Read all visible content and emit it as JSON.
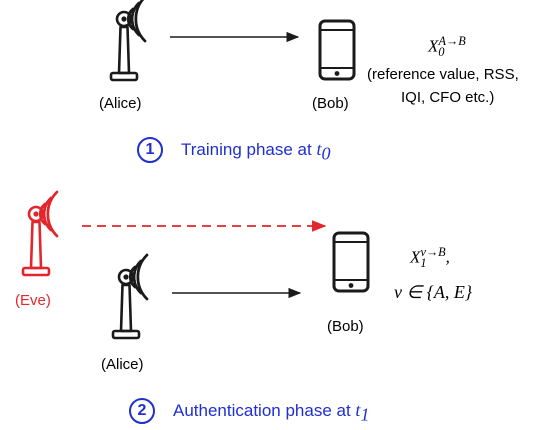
{
  "colors": {
    "tower_black": "#1a1a1a",
    "tower_red": "#e3262b",
    "accent_blue": "#1f2fd0",
    "attack_arrow": "#e3262b"
  },
  "training": {
    "alice_label": "(Alice)",
    "bob_label": "(Bob)",
    "measurement_symbol": "X",
    "measurement_sub": "0",
    "measurement_sup": "A→B",
    "measurement_note_line1": "(reference value, RSS,",
    "measurement_note_line2": "IQI, CFO etc.)",
    "step_number": "1",
    "phase_text": "Training phase at ",
    "phase_time_symbol": "t",
    "phase_time_sub": "0"
  },
  "authentication": {
    "eve_label": "(Eve)",
    "alice_label": "(Alice)",
    "bob_label": "(Bob)",
    "measurement_symbol": "X",
    "measurement_sub": "1",
    "measurement_sup": "v→B",
    "measurement_comma": ",",
    "set_expression": "v ∈ {A, E}",
    "step_number": "2",
    "phase_text": "Authentication phase at ",
    "phase_time_symbol": "t",
    "phase_time_sub": "1"
  }
}
